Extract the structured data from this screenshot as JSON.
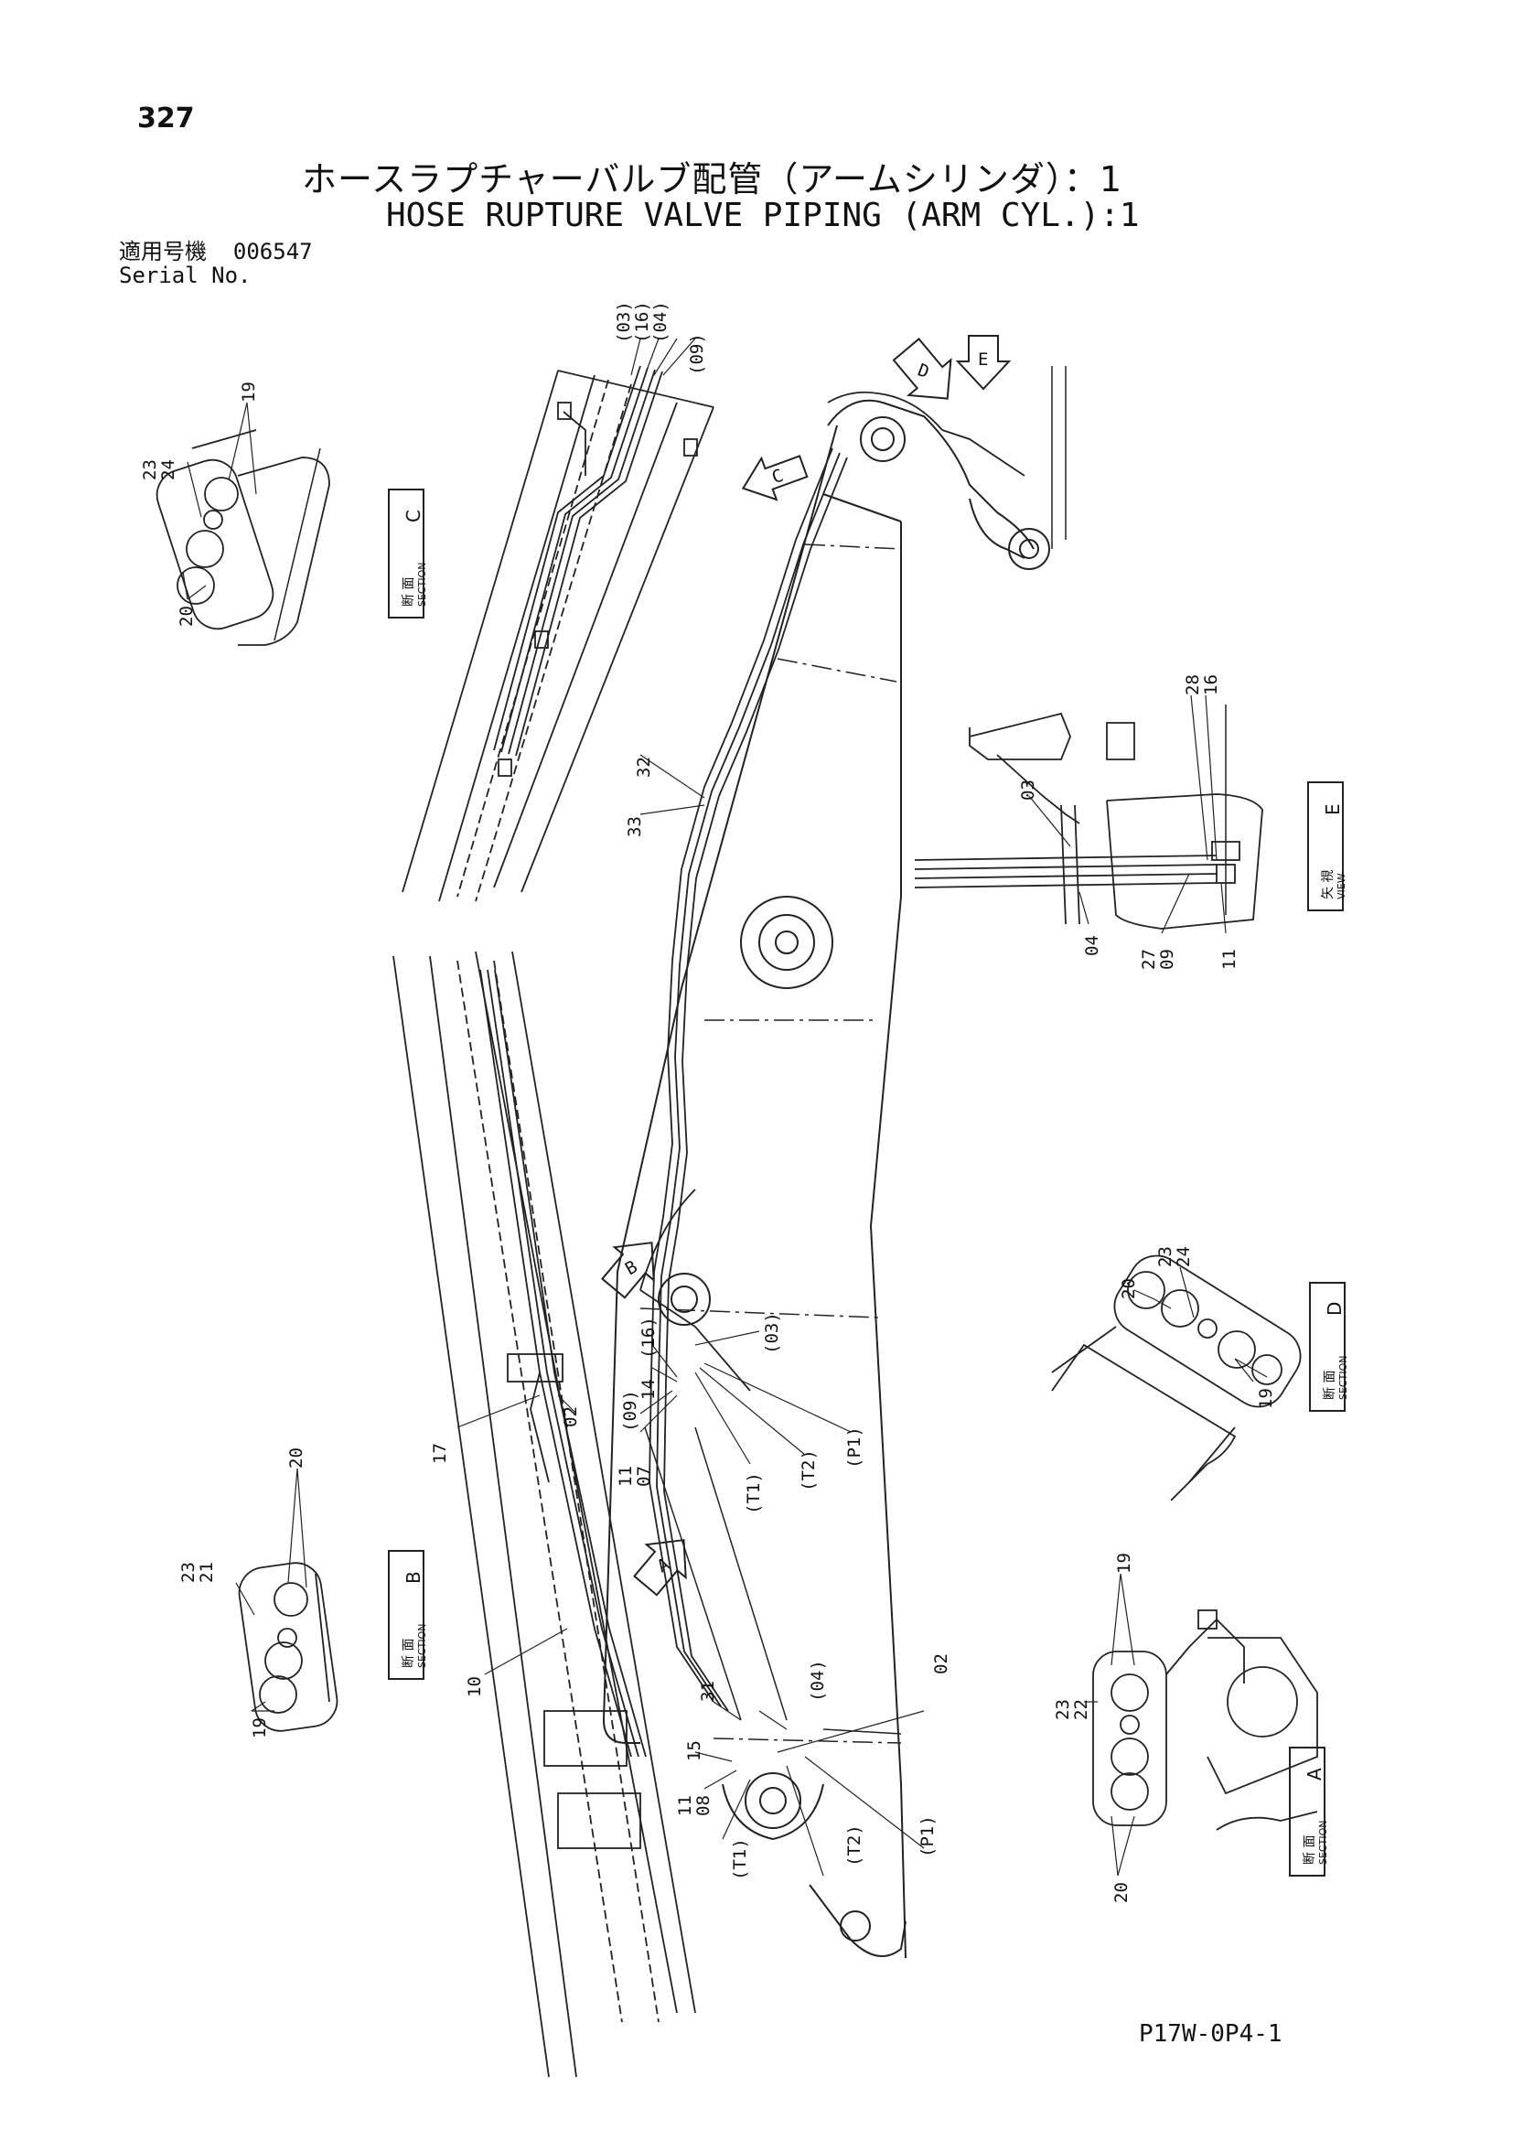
{
  "page": {
    "number": "327",
    "title_jp": "ホースラプチャーバルブ配管（アームシリンダ）：1",
    "title_en": "HOSE RUPTURE VALVE PIPING (ARM CYL.):1",
    "serial_label_jp": "適用号機",
    "serial_value": "006547",
    "serial_label_en": "Serial No.",
    "drawing_code": "P17W-0P4-1"
  },
  "section_boxes": [
    {
      "id": "C",
      "jp": "断 面",
      "en": "SECTION",
      "letter": "C"
    },
    {
      "id": "E",
      "jp": "矢 視",
      "en": "VIEW",
      "letter": "E"
    },
    {
      "id": "D",
      "jp": "断 面",
      "en": "SECTION",
      "letter": "D"
    },
    {
      "id": "B",
      "jp": "断 面",
      "en": "SECTION",
      "letter": "B"
    },
    {
      "id": "A",
      "jp": "断 面",
      "en": "SECTION",
      "letter": "A"
    }
  ],
  "arrows": [
    "A",
    "B",
    "C",
    "D",
    "E"
  ],
  "callouts": {
    "secC": [
      "19",
      "23",
      "24",
      "20"
    ],
    "topC": [
      "(03)",
      "(16)",
      "(04)",
      "(09)"
    ],
    "viewE": [
      "28",
      "16",
      "03",
      "04",
      "27",
      "09",
      "11"
    ],
    "main_mid": [
      "32",
      "33"
    ],
    "mid_joint": [
      "(16)",
      "14",
      "(03)",
      "(09)",
      "11",
      "07",
      "(T1)",
      "(T2)",
      "(P1)"
    ],
    "left_arm": [
      "02",
      "17",
      "10"
    ],
    "secD": [
      "23",
      "24",
      "20",
      "19"
    ],
    "secB": [
      "20",
      "23",
      "21",
      "19"
    ],
    "bottom": [
      "31",
      "(04)",
      "02",
      "15",
      "11",
      "08",
      "(T1)",
      "(T2)",
      "(P1)"
    ],
    "secA": [
      "19",
      "23",
      "22",
      "20"
    ]
  }
}
